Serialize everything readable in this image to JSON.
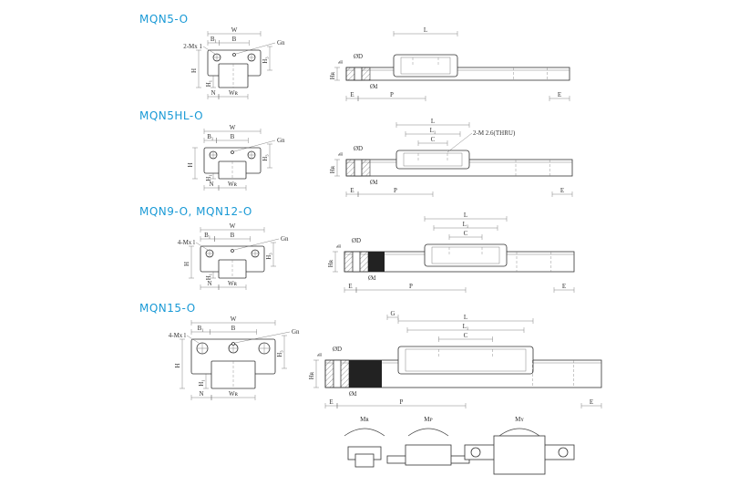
{
  "sections": [
    {
      "title": "MQN5-O",
      "cross": {
        "W": "W",
        "B1": "B₁",
        "B": "B",
        "Gn": "Gn",
        "M": "2-Mx 1",
        "H": "H",
        "H1": "H₁",
        "H2": "H₃",
        "N": "N",
        "WR": "Wʀ"
      },
      "side": {
        "L": "L",
        "D": "ØD",
        "d": "Ød",
        "HR": "Hʀ",
        "h": "h",
        "E1": "E",
        "P": "P",
        "E2": "E"
      }
    },
    {
      "title": "MQN5HL-O",
      "cross": {
        "W": "W",
        "B1": "B₁",
        "B": "B",
        "Gn": "Gn",
        "H": "H",
        "H1": "H₁",
        "H2": "H₃",
        "N": "N",
        "WR": "Wʀ"
      },
      "side": {
        "L": "L",
        "L1": "L₁",
        "C": "C",
        "thru": "2-M 2.6(THRU)",
        "D": "ØD",
        "d": "Ød",
        "HR": "Hʀ",
        "h": "h",
        "E1": "E",
        "P": "P",
        "E2": "E"
      }
    },
    {
      "title": "MQN9-O, MQN12-O",
      "cross": {
        "W": "W",
        "B1": "B₁",
        "B": "B",
        "Gn": "Gn",
        "M": "4-Mx l",
        "H": "H",
        "H1": "H₁",
        "H2": "H₃",
        "N": "N",
        "WR": "Wʀ"
      },
      "side": {
        "L": "L",
        "L1": "L₁",
        "C": "C",
        "D": "ØD",
        "d": "Ød",
        "HR": "Hʀ",
        "h": "h",
        "E1": "E",
        "P": "P",
        "E2": "E"
      }
    },
    {
      "title": "MQN15-O",
      "cross": {
        "W": "W",
        "B1": "B₁",
        "B": "B",
        "Gn": "Gn",
        "M": "4-Mx l",
        "H": "H",
        "H1": "H₁",
        "H2": "H₃",
        "N": "N",
        "WR": "Wʀ"
      },
      "side": {
        "L": "L",
        "L1": "L₁",
        "C": "C",
        "G": "G",
        "D": "ØD",
        "d": "Ød",
        "HR": "Hʀ",
        "h": "h",
        "E1": "E",
        "P": "P",
        "E2": "E"
      }
    }
  ],
  "moments": [
    {
      "label": "Mʀ"
    },
    {
      "label": "Mᴘ"
    },
    {
      "label": "Mʏ"
    }
  ],
  "colors": {
    "title": "#1a9ad6",
    "line": "#444444"
  }
}
